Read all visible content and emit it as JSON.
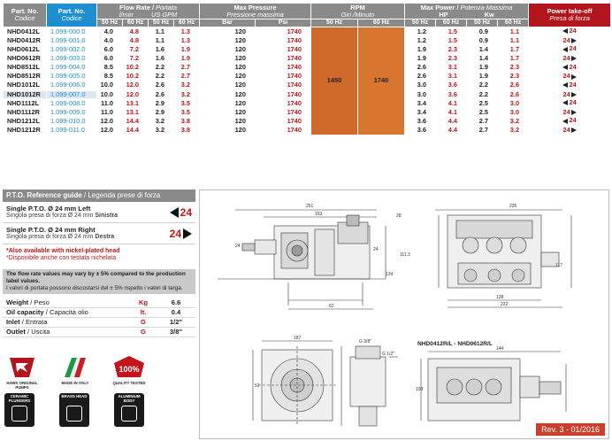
{
  "headers": {
    "part_no": "Part. No.",
    "part_no_it": "Codice",
    "part_no2": "Part. No.",
    "part_no2_it": "Codice",
    "flow": "Flow Rate",
    "flow_it": "Portata",
    "flow_lmin": "l/min",
    "flow_gpm": "US GPM",
    "pressure": "Max Pressure",
    "pressure_it": "Pressione massima",
    "rpm": "RPM",
    "rpm_it": "Giri /Minuto",
    "power": "Max Power",
    "power_it": "Potenza Massima",
    "hp": "HP",
    "kw": "Kw",
    "pto": "Power take-off",
    "pto_it": "Presa di forza",
    "hz50": "50 Hz",
    "hz60": "60 Hz",
    "bar": "Bar",
    "psi": "Psi"
  },
  "rows": [
    {
      "pn": "NHD0412L",
      "code": "1.099-000.0",
      "l50": "4.0",
      "l60": "4.8",
      "g50": "1.1",
      "g60": "1.3",
      "bar": "120",
      "psi": "1740",
      "hp50": "1.2",
      "hp60": "1.5",
      "kw50": "0.9",
      "kw60": "1.1",
      "pto": "24",
      "side": "L"
    },
    {
      "pn": "NHD0412R",
      "code": "1.099-001.0",
      "l50": "4.0",
      "l60": "4.8",
      "g50": "1.1",
      "g60": "1.3",
      "bar": "120",
      "psi": "1740",
      "hp50": "1.2",
      "hp60": "1.5",
      "kw50": "0.9",
      "kw60": "1.1",
      "pto": "24",
      "side": "R"
    },
    {
      "pn": "NHD0612L",
      "code": "1.099-002.0",
      "l50": "6.0",
      "l60": "7.2",
      "g50": "1.6",
      "g60": "1.9",
      "bar": "120",
      "psi": "1740",
      "hp50": "1.9",
      "hp60": "2.3",
      "kw50": "1.4",
      "kw60": "1.7",
      "pto": "24",
      "side": "L"
    },
    {
      "pn": "NHD0612R",
      "code": "1.099-003.0",
      "l50": "6.0",
      "l60": "7.2",
      "g50": "1.6",
      "g60": "1.9",
      "bar": "120",
      "psi": "1740",
      "hp50": "1.9",
      "hp60": "2.3",
      "kw50": "1.4",
      "kw60": "1.7",
      "pto": "24",
      "side": "R"
    },
    {
      "pn": "NHD8512L",
      "code": "1.099-004.0",
      "l50": "8.5",
      "l60": "10.2",
      "g50": "2.2",
      "g60": "2.7",
      "bar": "120",
      "psi": "1740",
      "hp50": "2.6",
      "hp60": "3.1",
      "kw50": "1.9",
      "kw60": "2.3",
      "pto": "24",
      "side": "L"
    },
    {
      "pn": "NHD8512R",
      "code": "1.099-005.0",
      "l50": "8.5",
      "l60": "10.2",
      "g50": "2.2",
      "g60": "2.7",
      "bar": "120",
      "psi": "1740",
      "hp50": "2.6",
      "hp60": "3.1",
      "kw50": "1.9",
      "kw60": "2.3",
      "pto": "24",
      "side": "R"
    },
    {
      "pn": "NHD1012L",
      "code": "1.099-006.0",
      "l50": "10.0",
      "l60": "12.0",
      "g50": "2.6",
      "g60": "3.2",
      "bar": "120",
      "psi": "1740",
      "hp50": "3.0",
      "hp60": "3.6",
      "kw50": "2.2",
      "kw60": "2.6",
      "pto": "24",
      "side": "L"
    },
    {
      "pn": "NHD1012R",
      "code": "1.099-007.0",
      "l50": "10.0",
      "l60": "12.0",
      "g50": "2.6",
      "g60": "3.2",
      "bar": "120",
      "psi": "1740",
      "hp50": "3.0",
      "hp60": "3.6",
      "kw50": "2.2",
      "kw60": "2.6",
      "pto": "24",
      "side": "R"
    },
    {
      "pn": "NHD1112L",
      "code": "1.099-008.0",
      "l50": "11.0",
      "l60": "13.1",
      "g50": "2.9",
      "g60": "3.5",
      "bar": "120",
      "psi": "1740",
      "hp50": "3.4",
      "hp60": "4.1",
      "kw50": "2.5",
      "kw60": "3.0",
      "pto": "24",
      "side": "L"
    },
    {
      "pn": "NHD1112R",
      "code": "1.099-009.0",
      "l50": "11.0",
      "l60": "13.1",
      "g50": "2.9",
      "g60": "3.5",
      "bar": "120",
      "psi": "1740",
      "hp50": "3.4",
      "hp60": "4.1",
      "kw50": "2.5",
      "kw60": "3.0",
      "pto": "24",
      "side": "R"
    },
    {
      "pn": "NHD1212L",
      "code": "1.099-010.0",
      "l50": "12.0",
      "l60": "14.4",
      "g50": "3.2",
      "g60": "3.8",
      "bar": "120",
      "psi": "1740",
      "hp50": "3.6",
      "hp60": "4.4",
      "kw50": "2.7",
      "kw60": "3.2",
      "pto": "24",
      "side": "L"
    },
    {
      "pn": "NHD1212R",
      "code": "1.099-011.0",
      "l50": "12.0",
      "l60": "14.4",
      "g50": "3.2",
      "g60": "3.8",
      "bar": "120",
      "psi": "1740",
      "hp50": "3.6",
      "hp60": "4.4",
      "kw50": "2.7",
      "kw60": "3.2",
      "pto": "24",
      "side": "R"
    }
  ],
  "rpm": {
    "hz50": "1450",
    "hz60": "1740"
  },
  "pto_guide": {
    "title": "P.T.O. Reference guide",
    "title_it": "Legenda prese di forza",
    "left": {
      "en_a": "Single P.T.O. Ø 24 mm Left",
      "it_a": "Singola presa di forza Ø 24 mm ",
      "it_b": "Sinistra",
      "num": "24"
    },
    "right": {
      "en_a": "Single P.T.O. Ø 24 mm Right",
      "it_a": "Singola presa di forza Ø 24 mm ",
      "it_b": "Destra",
      "num": "24"
    }
  },
  "nickel": {
    "en": "*Also available with nickel-plated head",
    "it": "*Disponibile anche con testata nichelata"
  },
  "flow_note": {
    "en": "The flow rate values may vary by ± 5% compared to the production label values.",
    "it": "I valori di portata possono discostarsi del ± 5% rispetto i valori di targa."
  },
  "props": [
    {
      "k": "Weight",
      "it": "Peso",
      "u": "Kg",
      "v": "6.6"
    },
    {
      "k": "Oil capacity",
      "it": "Capacità olio",
      "u": "lt.",
      "v": "0.4"
    },
    {
      "k": "Inlet",
      "it": "Entrata",
      "u": "G",
      "v": "1/2\""
    },
    {
      "k": "Outlet",
      "it": "Uscita",
      "u": "G",
      "v": "3/8\""
    }
  ],
  "badges": {
    "hawk": "HAWK ORIGINAL PUMPS",
    "italy": "MADE IN ITALY",
    "quality": "QUALITY TESTED",
    "quality_pct": "100%",
    "ceramic": "CERAMIC PLUNGERS",
    "brass": "BRASS HEAD",
    "alu": "ALUMINIUM BODY"
  },
  "drawing": {
    "subtitle": "NHD0412R/L - NHD0612R/L",
    "revision": "Rev. 3 - 01/2016",
    "dims": [
      "251",
      "153",
      "235",
      "138",
      "222",
      "117",
      "24",
      "24",
      "111.3",
      "28",
      "134",
      "62",
      "144",
      "103",
      "G 1/2\"",
      "G 3/8\"",
      "52",
      "187"
    ]
  },
  "colors": {
    "grey": "#8a8a8a",
    "blue": "#1d8fd1",
    "red": "#b2151b",
    "rpm": "#cf6a2a",
    "rev": "#c93f2c"
  }
}
